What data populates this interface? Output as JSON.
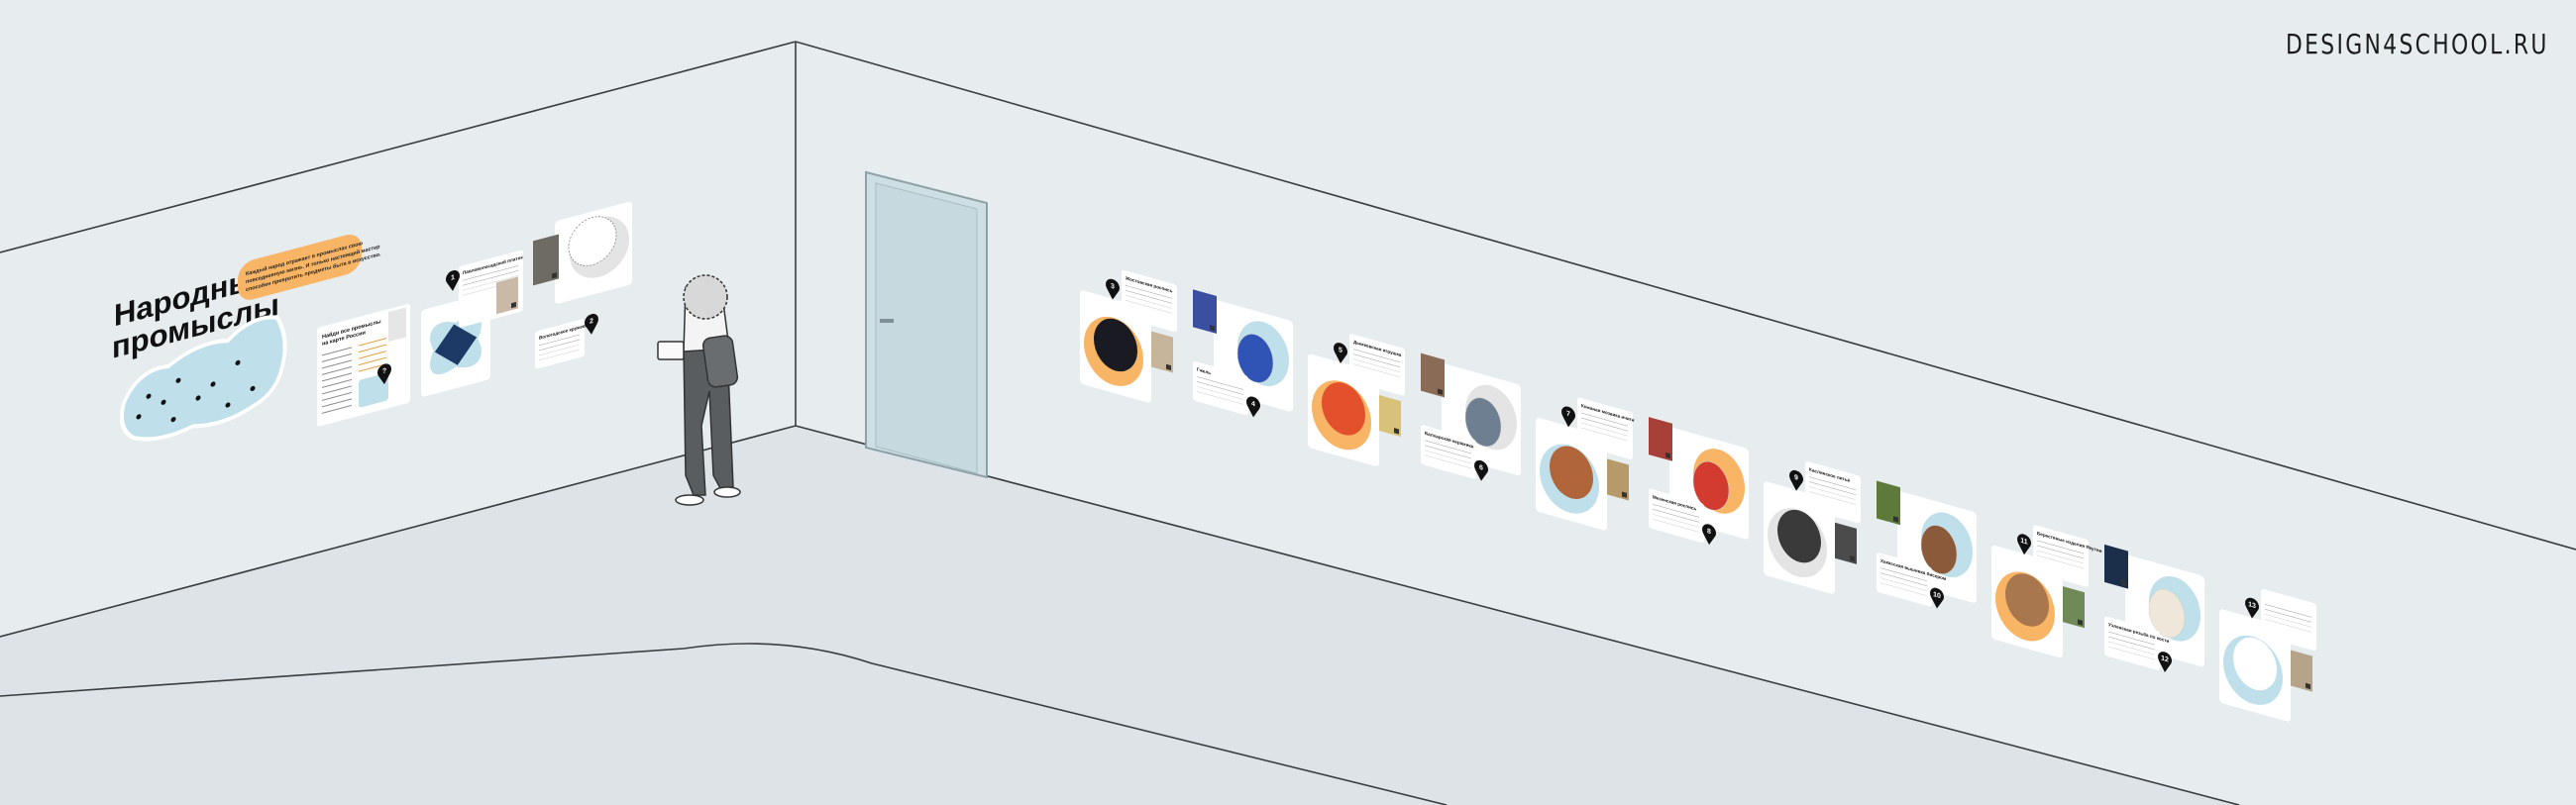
{
  "logo": "DESIGN4SCHOOL.RU",
  "colors": {
    "wall": "#e7ecef",
    "floor": "#dde3e6",
    "line": "#3a3d40",
    "card": "#ffffff",
    "orange": "#f8b565",
    "blue": "#bfdfea",
    "grey_blob": "#e4e4e4",
    "pin": "#111111",
    "door": "#cddfe3"
  },
  "left_wall": {
    "title_line1": "Народные",
    "title_line2": "промыслы",
    "quote_lines": [
      "Каждый народ отражает в промыслах свою",
      "повседневную жизнь. И только настоящий мастер",
      "способен превратить предметы быта в искусство."
    ],
    "map_panel": {
      "title_line1": "Найди все промыслы",
      "title_line2": "на карте России",
      "pin": "?"
    }
  },
  "exhibits_left": [
    {
      "number": "1",
      "title": "Павловопосадский платок",
      "blob": "#bfdfea",
      "item": "#1d3a66"
    },
    {
      "number": "2",
      "title": "Вологодское кружево",
      "blob": "#e4e4e4",
      "item": "#cfcfcf"
    }
  ],
  "exhibits_right": [
    {
      "number": "3",
      "title": "Жостовская роспись",
      "blob": "#f8b565",
      "item": "#1a1a22"
    },
    {
      "number": "4",
      "title": "Гжель",
      "blob": "#bfdfea",
      "item": "#2f54b5"
    },
    {
      "number": "5",
      "title": "Дымковская игрушка",
      "blob": "#f8b565",
      "item": "#e2512b"
    },
    {
      "number": "6",
      "title": "Балхарская керамика",
      "blob": "#e4e4e4",
      "item": "#6f7f92"
    },
    {
      "number": "7",
      "title": "Кожаная мозаика ичиги",
      "blob": "#bfdfea",
      "item": "#b0653a"
    },
    {
      "number": "8",
      "title": "Мезенская роспись",
      "blob": "#f8b565",
      "item": "#d23b2d"
    },
    {
      "number": "9",
      "title": "Каслинское литьё",
      "blob": "#e4e4e4",
      "item": "#3a3a3a"
    },
    {
      "number": "10",
      "title": "Хакасская вышивка бисером",
      "blob": "#bfdfea",
      "item": "#8a5a3a"
    },
    {
      "number": "11",
      "title": "Берестяные изделия Якутии",
      "blob": "#f8b565",
      "item": "#a8774d"
    },
    {
      "number": "12",
      "title": "Уэленская резьба по кости",
      "blob": "#bfdfea",
      "item": "#efe8da"
    },
    {
      "number": "13",
      "title": "",
      "blob": "#bfdfea",
      "item": "#ffffff"
    }
  ]
}
